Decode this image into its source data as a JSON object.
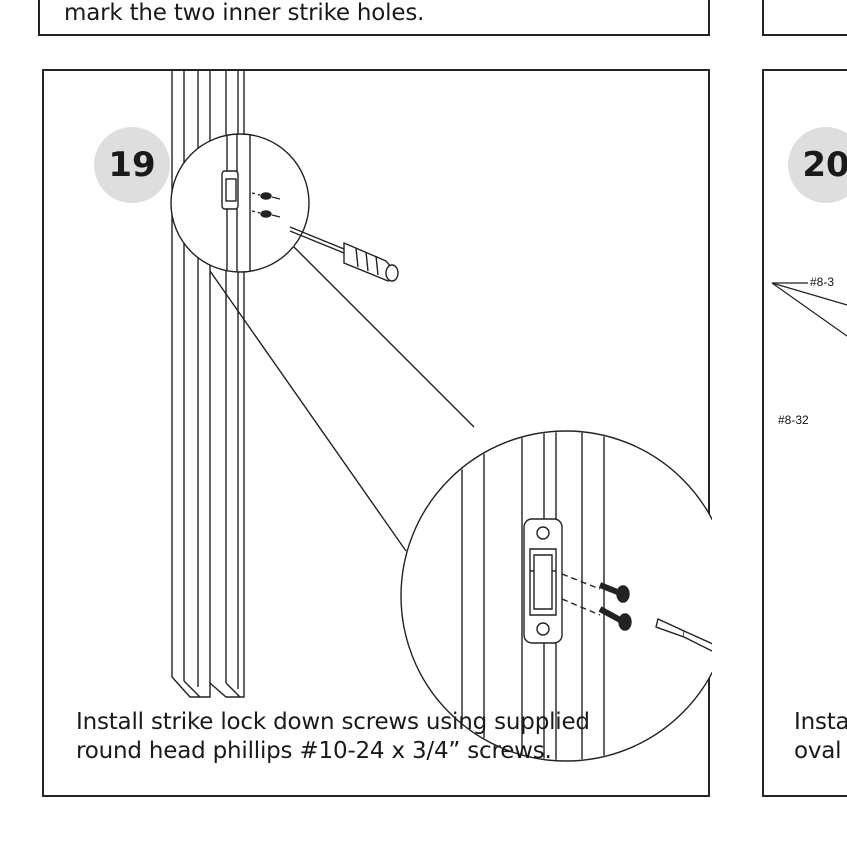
{
  "step18": {
    "caption_tail": "mark the two inner strike holes."
  },
  "step19": {
    "number": "19",
    "caption_line1": "Install strike lock down screws using supplied",
    "caption_line2": "round head phillips  #10-24 x 3/4” screws."
  },
  "step20": {
    "number": "20",
    "callout_a": "#8-3",
    "callout_b": "#8-32",
    "caption_line1": "Insta",
    "caption_line2": "oval"
  },
  "colors": {
    "line": "#222222",
    "badge": "#dedede"
  },
  "icons": [
    "screwdriver-icon",
    "screw-icon",
    "strike-plate-icon"
  ]
}
